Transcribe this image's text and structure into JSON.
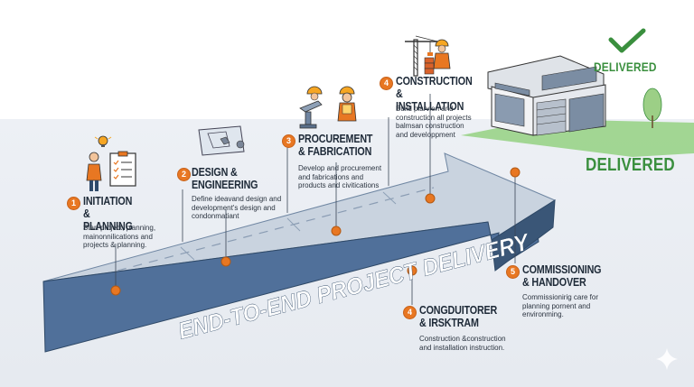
{
  "banner": "END-TO-END PROJECT DELIVERY",
  "delivered_label": "DELIVERED",
  "delivered_big": "DELIVERED",
  "stages": [
    {
      "num": "1",
      "title": "INITIATION\n& PLANNING",
      "desc": "Start project, planning,\nmainonnilications and\nprojects & planning."
    },
    {
      "num": "2",
      "title": "DESIGN &\nENGINEERING",
      "desc": "Define ideavand design and\ndevelopment's design and\ncondonmatiant"
    },
    {
      "num": "3",
      "title": "PROCUREMENT\n& FABRICATION",
      "desc": "Develop and procurement\nand fabrications and\nproducts and civitications"
    },
    {
      "num": "4",
      "title": "CONSTRUCTION\n& INSTALLATION",
      "desc": "Build plarvien and\nconstruction all projects\nbalmsan construction\nand developpment"
    },
    {
      "num": "4",
      "title": "CONGDUITORER\n& IRSKTRAM",
      "desc": "Construction &construction\nand installation instruction."
    },
    {
      "num": "5",
      "title": "COMMISSIONING\n& HANDOVER",
      "desc": "Commissionirig care for\nplanning pornent and\nenvironming."
    }
  ],
  "colors": {
    "arrow_top": "#c5d0dd",
    "arrow_front": "#4f6d90",
    "arrow_side": "#34506f",
    "accent_orange": "#e87722",
    "delivered_green": "#3a8f3e",
    "text_dark": "#1e2a38"
  },
  "icons": [
    "lightbulb-icon",
    "worker-icon",
    "clipboard-icon",
    "blueprint-icon",
    "steel-beam-icon",
    "worker-hardhat-icon",
    "crane-icon",
    "bricks-icon",
    "house-icon",
    "checkmark-icon",
    "tree-icon",
    "sparkle-icon"
  ]
}
